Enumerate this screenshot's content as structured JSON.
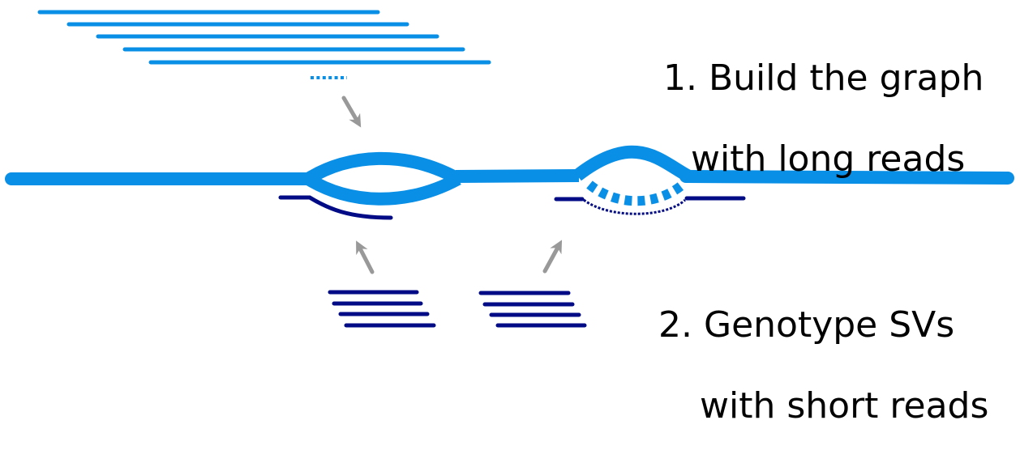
{
  "colors": {
    "long_read": "#0a8fe6",
    "graph": "#0a8fe6",
    "short_read": "#000b85",
    "arrow": "#999999",
    "text": "#000000"
  },
  "steps": [
    {
      "number": "1.",
      "line1": "Build the graph",
      "line2": "with long reads"
    },
    {
      "number": "2.",
      "line1": "Genotype SVs",
      "line2": "with short reads"
    }
  ],
  "elements": {
    "long_reads_count": 5,
    "long_reads_more_indicator": "dotted continuation",
    "short_read_groups": 2,
    "short_reads_per_group": 4,
    "sv_bubbles": [
      "deletion-like bubble",
      "insertion bubble"
    ]
  }
}
